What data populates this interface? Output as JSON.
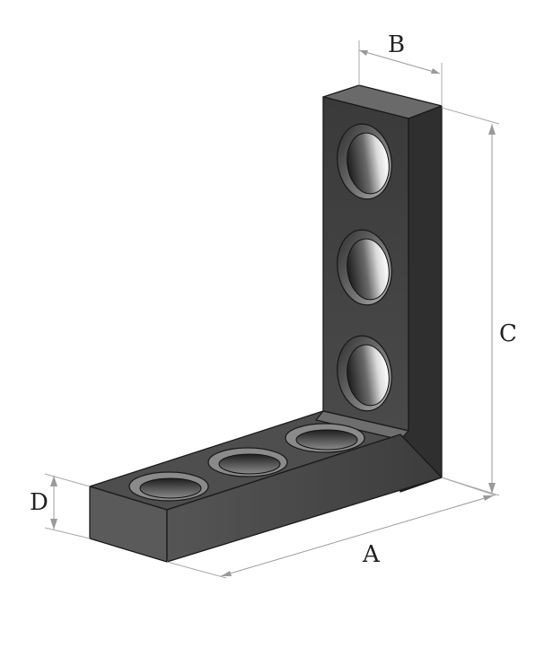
{
  "diagram": {
    "dimensions": {
      "A": "A",
      "B": "B",
      "C": "C",
      "D": "D"
    },
    "colors": {
      "face_front": "#4a4a4a",
      "face_right": "#3a3a3a",
      "face_top": "#5c5c5c",
      "face_dark": "#2e2e2e",
      "dim_line": "#9a9a9a",
      "text": "#222222"
    }
  }
}
